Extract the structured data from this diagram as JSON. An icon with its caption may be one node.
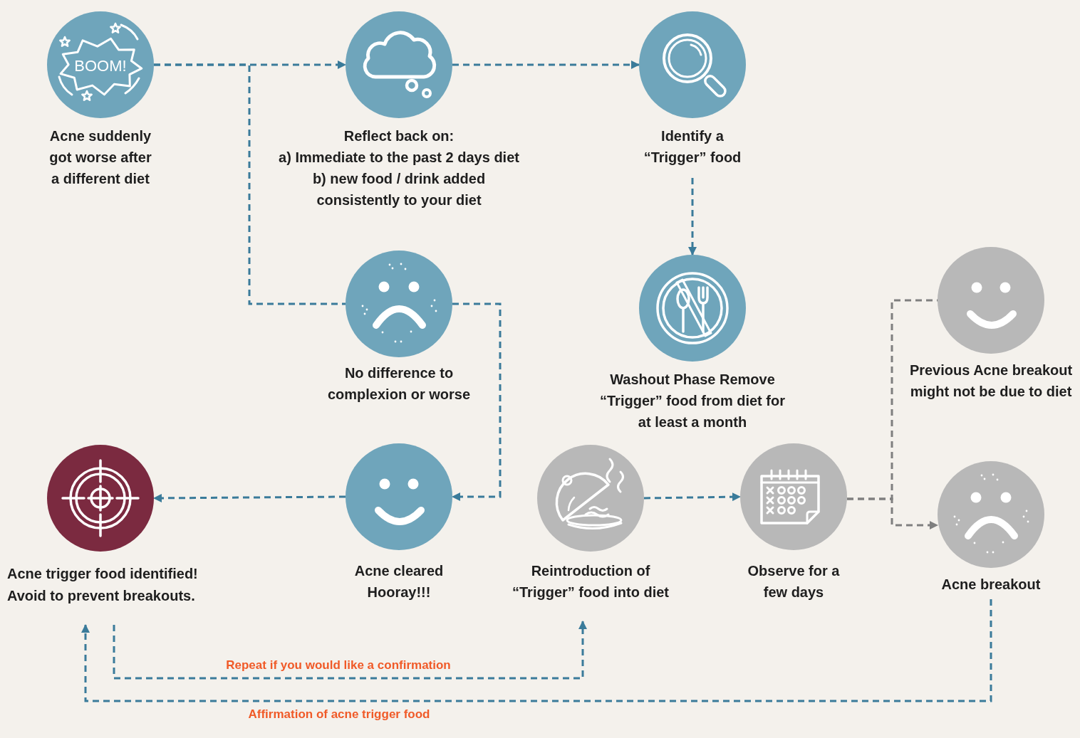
{
  "diagram": {
    "nodes": [
      {
        "text": [
          "BOOM!",
          "Acne suddenly got worse after a different diet"
        ]
      },
      {
        "text": [
          "Reflect back on:",
          "a) Immediate to the past 2 days diet",
          "b) new food / drink added consistently to your diet"
        ]
      },
      {
        "text": [
          "Identify a “Trigger” food"
        ]
      },
      {
        "text": [
          "No difference to complexion or worse"
        ]
      },
      {
        "text": [
          "Washout Phase Remove “Trigger” food from diet for at least a month"
        ]
      },
      {
        "text": [
          "Previous Acne breakout might not be due to diet"
        ]
      },
      {
        "text": [
          "Acne trigger food identified!",
          "Avoid to prevent breakouts."
        ]
      },
      {
        "text": [
          "Acne cleared Hooray!!!"
        ]
      },
      {
        "text": [
          "Reintroduction of “Trigger” food into diet"
        ]
      },
      {
        "text": [
          "Observe for a few days"
        ]
      },
      {
        "text": [
          "Acne breakout"
        ]
      }
    ],
    "edges": [
      {
        "from": 0,
        "to": 1,
        "arrow": "to",
        "style": "dashed"
      },
      {
        "from": 0,
        "to": 3,
        "arrow": "none",
        "style": "dashed"
      },
      {
        "from": 1,
        "to": 2,
        "arrow": "to",
        "style": "dashed"
      },
      {
        "from": 2,
        "to": 4,
        "arrow": "to",
        "style": "dashed"
      },
      {
        "from": 3,
        "to": 7,
        "arrow": "to",
        "style": "dashed"
      },
      {
        "from": 7,
        "to": 6,
        "arrow": "to",
        "style": "dashed"
      },
      {
        "from": 8,
        "to": 9,
        "arrow": "to",
        "style": "dashed"
      },
      {
        "from": 9,
        "to": 5,
        "arrow": "none",
        "style": "dashed",
        "color": "#7f7f7f"
      },
      {
        "from": 9,
        "to": 10,
        "arrow": "to",
        "style": "dashed",
        "color": "#7f7f7f"
      },
      {
        "from": 10,
        "to": 6,
        "arrow": "to",
        "style": "dashed",
        "label": "Affirmation of acne trigger food"
      },
      {
        "from": 6,
        "to": 8,
        "arrow": "to",
        "style": "dashed",
        "label": "Repeat if you would like a confirmation"
      }
    ]
  }
}
